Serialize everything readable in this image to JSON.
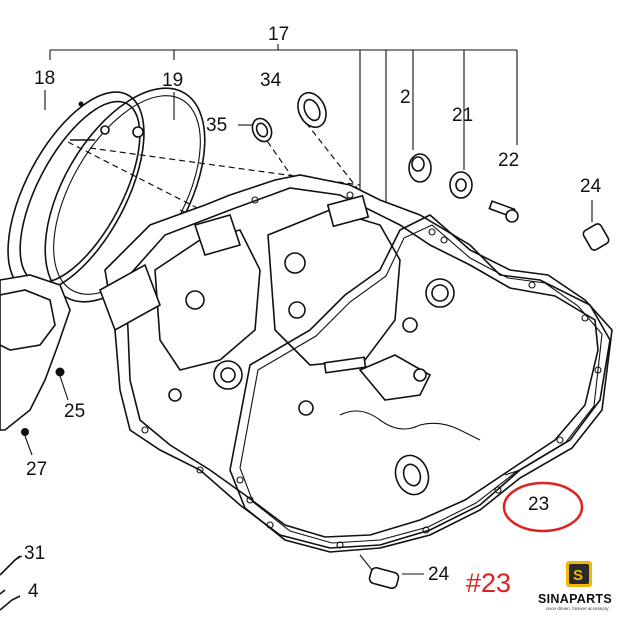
{
  "diagram": {
    "part_labels": {
      "p17": "17",
      "p18": "18",
      "p19": "19",
      "p34": "34",
      "p35": "35",
      "p2": "2",
      "p21": "21",
      "p22": "22",
      "p24_top": "24",
      "p24_bottom": "24",
      "p25": "25",
      "p27": "27",
      "p31": "31",
      "p4": "4",
      "p23": "23"
    },
    "highlight": {
      "circled_label": "23",
      "callout_text": "#23",
      "color": "#e0201e"
    }
  },
  "brand": {
    "name": "SINAPARTS",
    "tagline": "once driven. forever accessory",
    "logo_color": "#f2b705"
  }
}
